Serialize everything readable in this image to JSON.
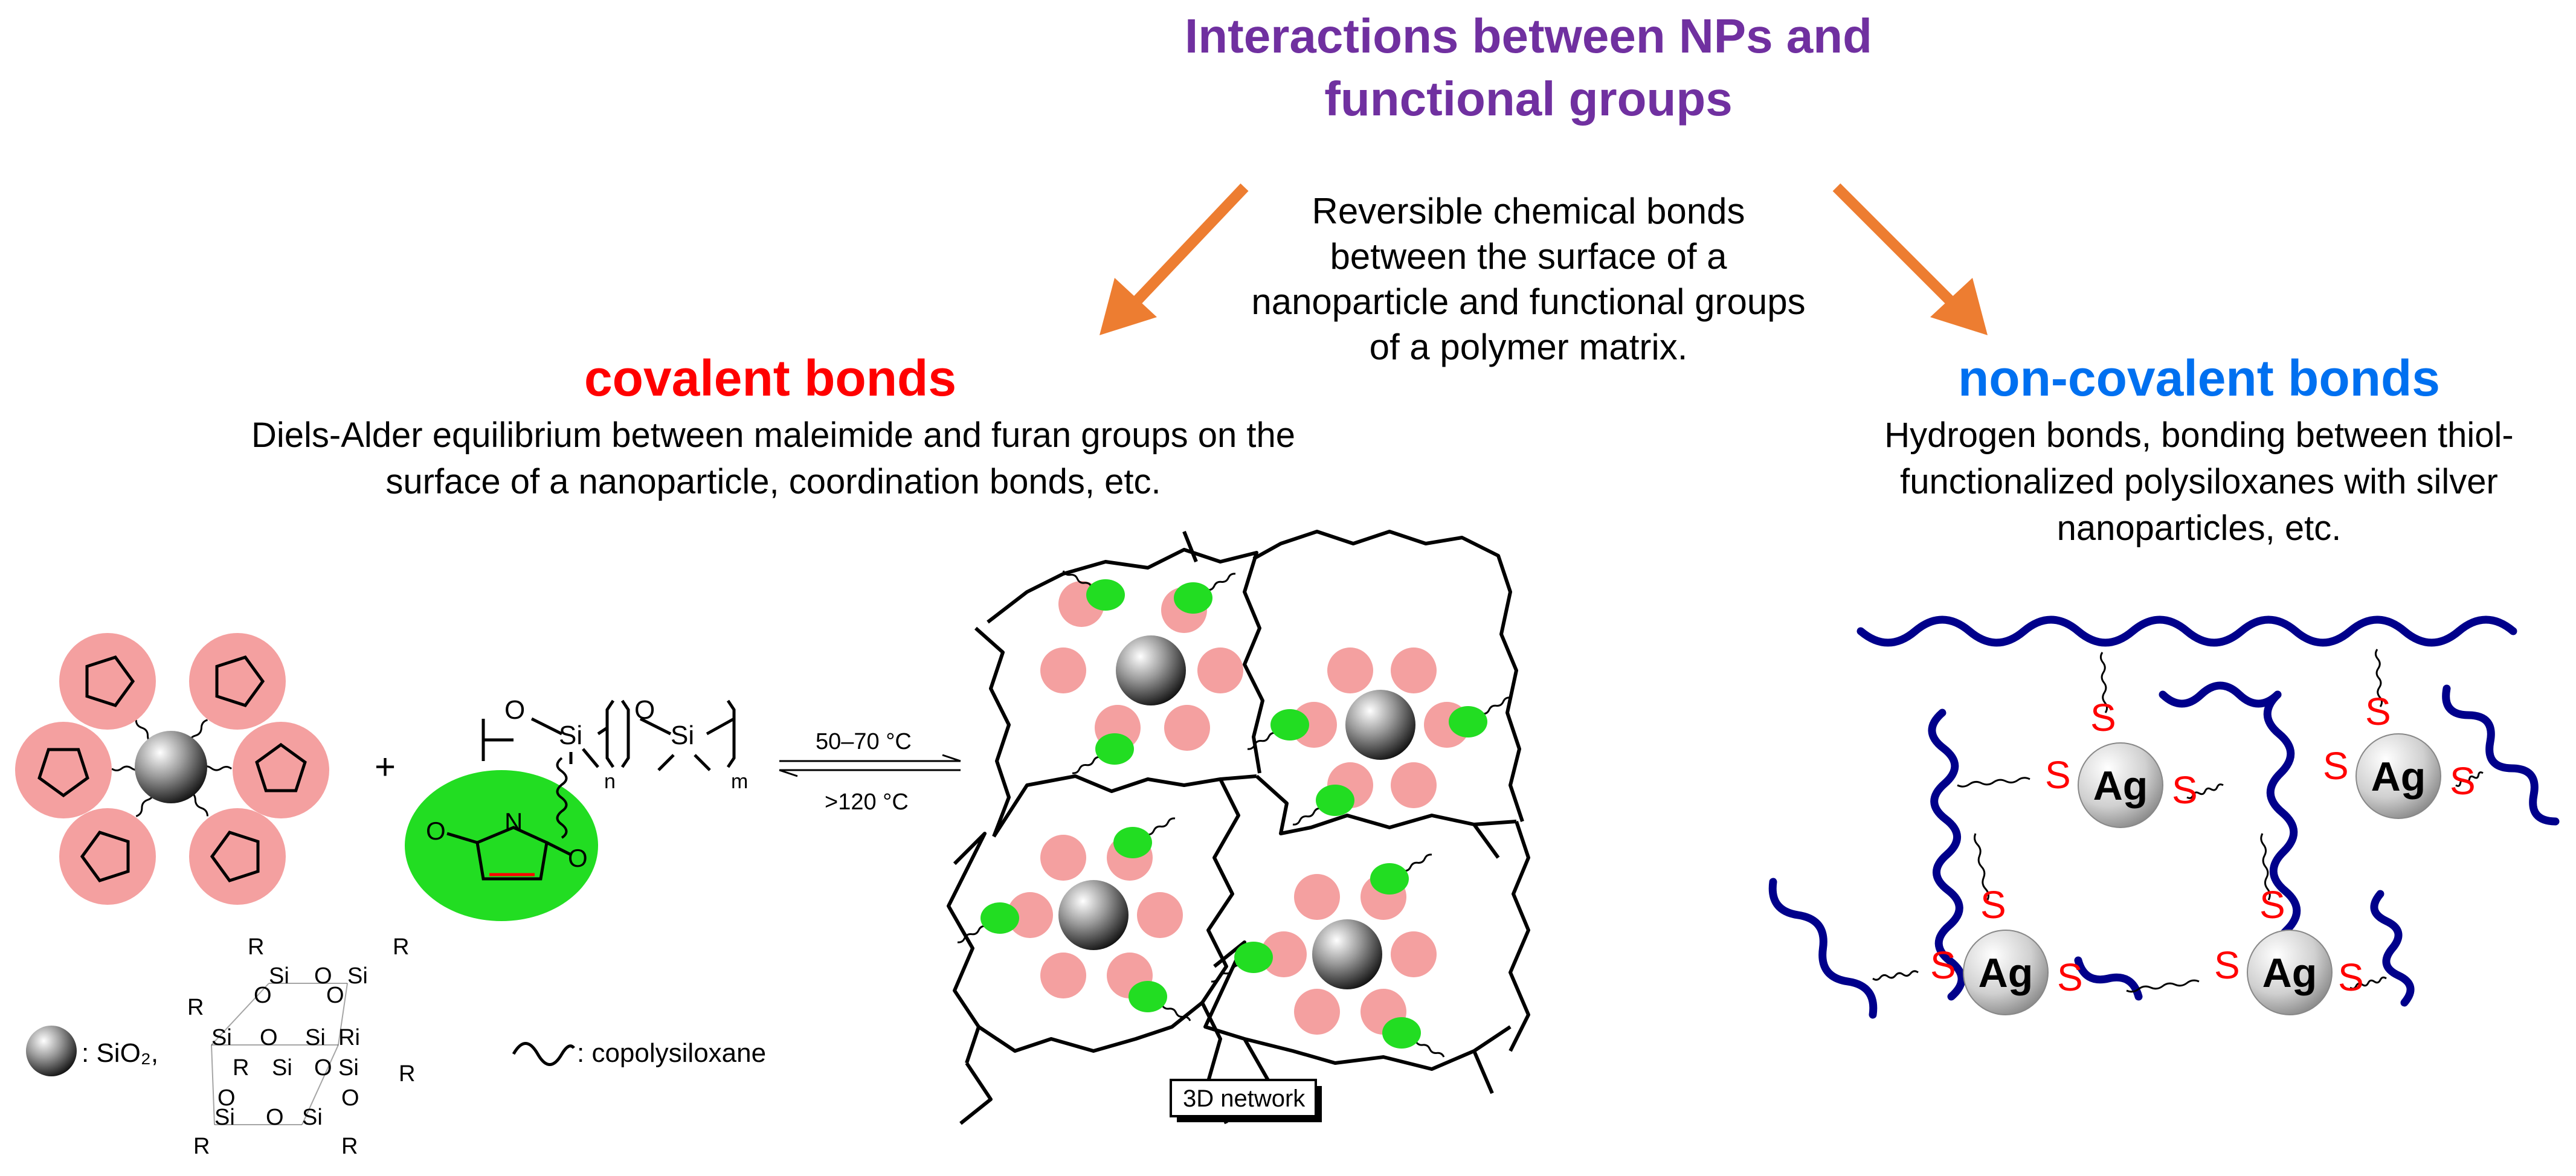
{
  "colors": {
    "title": "#7030a0",
    "covalent": "#ff0000",
    "noncovalent": "#0070f0",
    "arrow": "#ed7d31",
    "furan_disk": "#f4a0a0",
    "maleimide": "#22dd22",
    "chain": "#00008b",
    "sulfur": "#ff0000"
  },
  "header": {
    "title": "Interactions between NPs and functional groups",
    "subtitle": "Reversible chemical bonds between the surface of a nanoparticle and functional groups of a polymer matrix."
  },
  "covalent": {
    "heading": "covalent bonds",
    "description": "Diels-Alder equilibrium between maleimide and furan groups on the surface of a nanoparticle, coordination bonds, etc.",
    "plus": "+",
    "conditions_forward": "50–70 °C",
    "conditions_reverse": ">120 °C",
    "polymer_labels": {
      "o1": "O",
      "si1": "Si",
      "n": "n",
      "o2": "O",
      "si2": "Si",
      "m": "m",
      "maleimide_n": "N",
      "maleimide_o1": "O",
      "maleimide_o2": "O"
    },
    "legend_sio2": ": SiO₂,",
    "legend_copolysiloxane": ": copolysiloxane",
    "network_label": "3D network",
    "cage_atoms": [
      "R",
      "Si",
      "O",
      "Si",
      "R",
      "R",
      "O",
      "O",
      "Si",
      "O",
      "Si",
      "Ri",
      "R",
      "Si",
      "O",
      "Si",
      "O",
      "O",
      "R",
      "Si",
      "O",
      "Si",
      "R",
      "R"
    ]
  },
  "noncovalent": {
    "heading": "non-covalent bonds",
    "description": "Hydrogen bonds, bonding between thiol-functionalized polysiloxanes with silver nanoparticles, etc.",
    "np_label": "Ag",
    "sulfur_label": "S"
  }
}
